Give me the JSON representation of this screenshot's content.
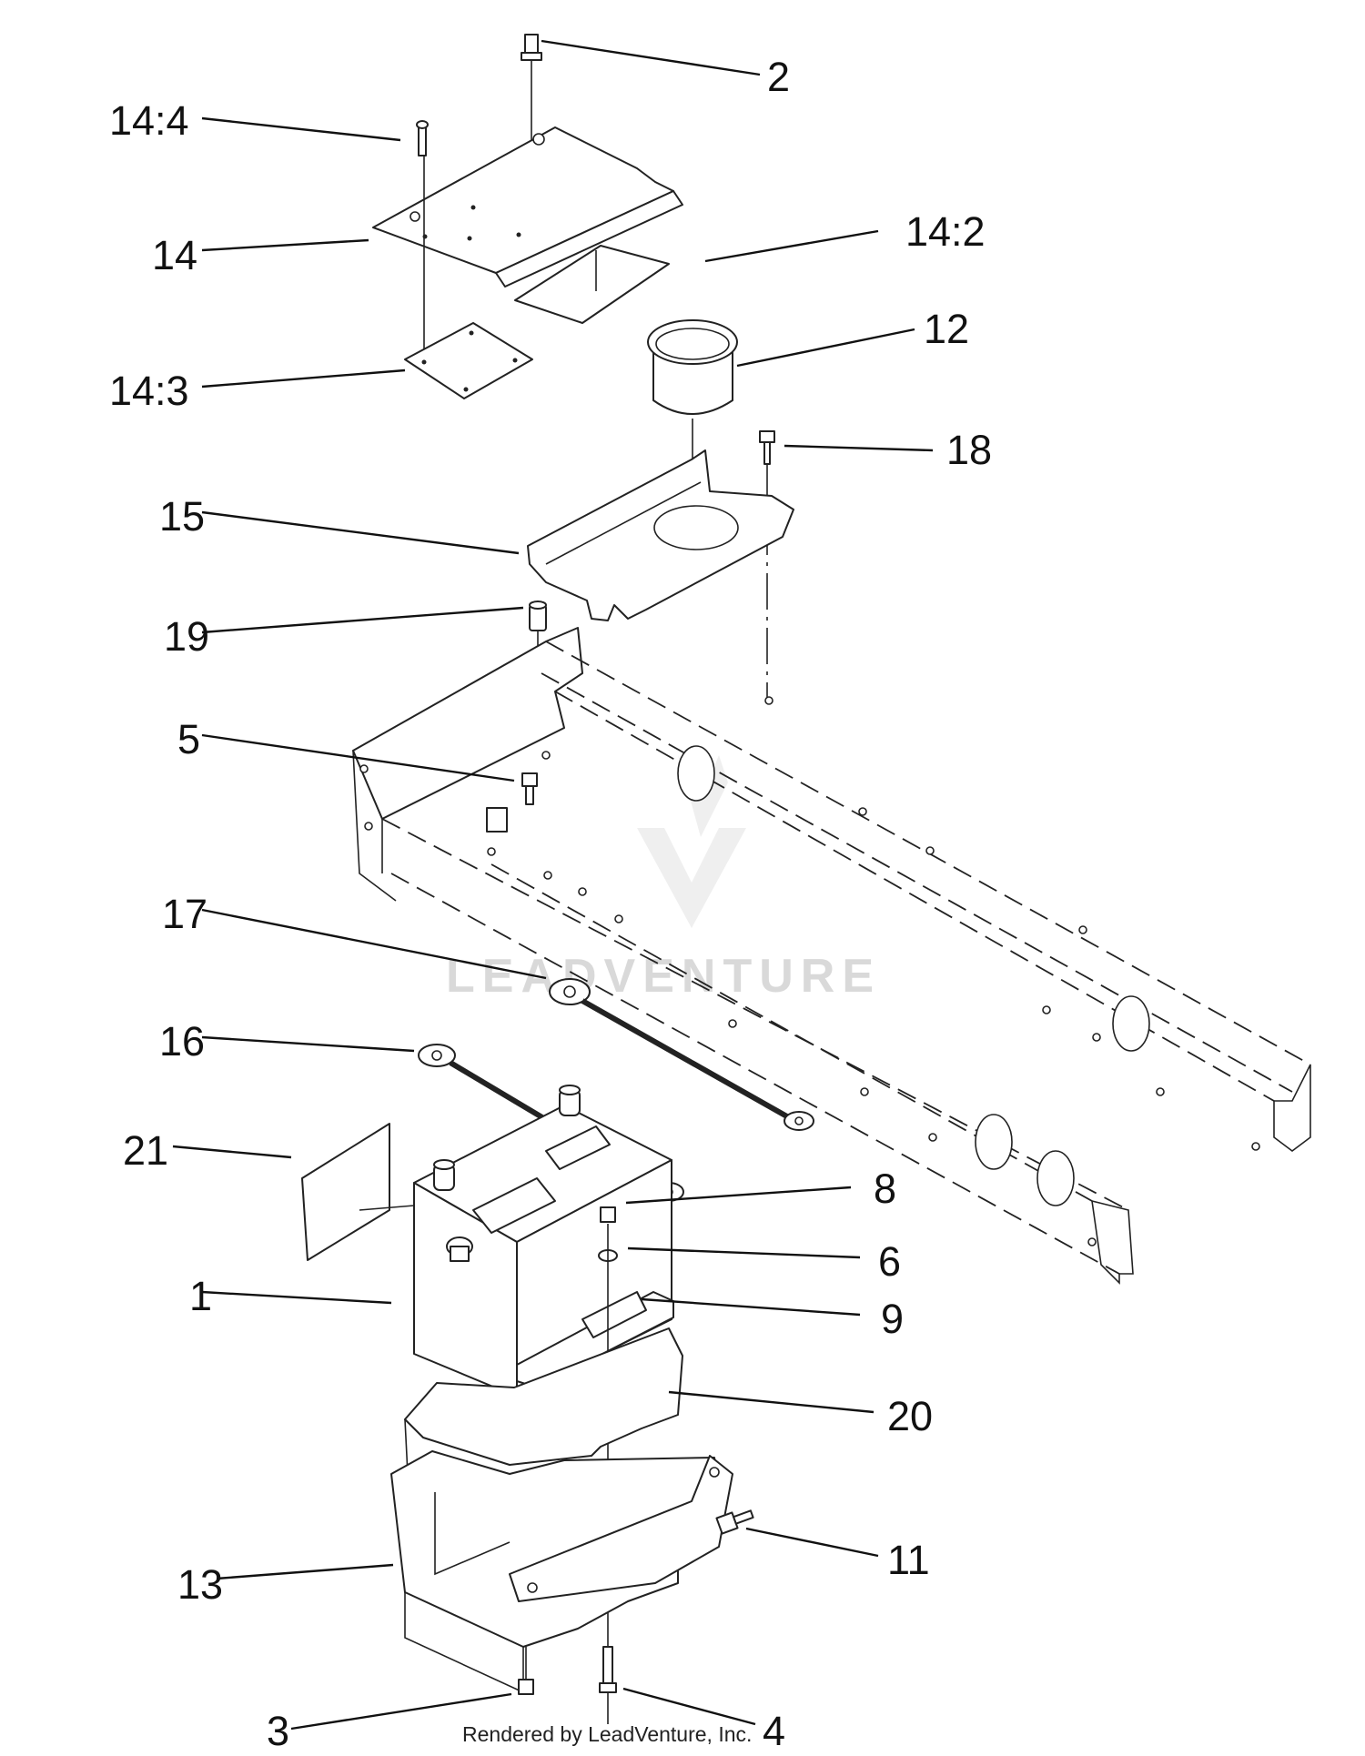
{
  "watermark": {
    "text": "LEADVENTURE"
  },
  "footer": {
    "credit": "Rendered by LeadVenture, Inc."
  },
  "callouts": {
    "c2": "2",
    "c14_4": "14:4",
    "c14": "14",
    "c14_2": "14:2",
    "c14_3": "14:3",
    "c12": "12",
    "c18": "18",
    "c15": "15",
    "c19": "19",
    "c5": "5",
    "c17": "17",
    "c16": "16",
    "c21": "21",
    "c8": "8",
    "c6": "6",
    "c1": "1",
    "c9": "9",
    "c20": "20",
    "c13": "13",
    "c11": "11",
    "c3": "3",
    "c4": "4"
  }
}
